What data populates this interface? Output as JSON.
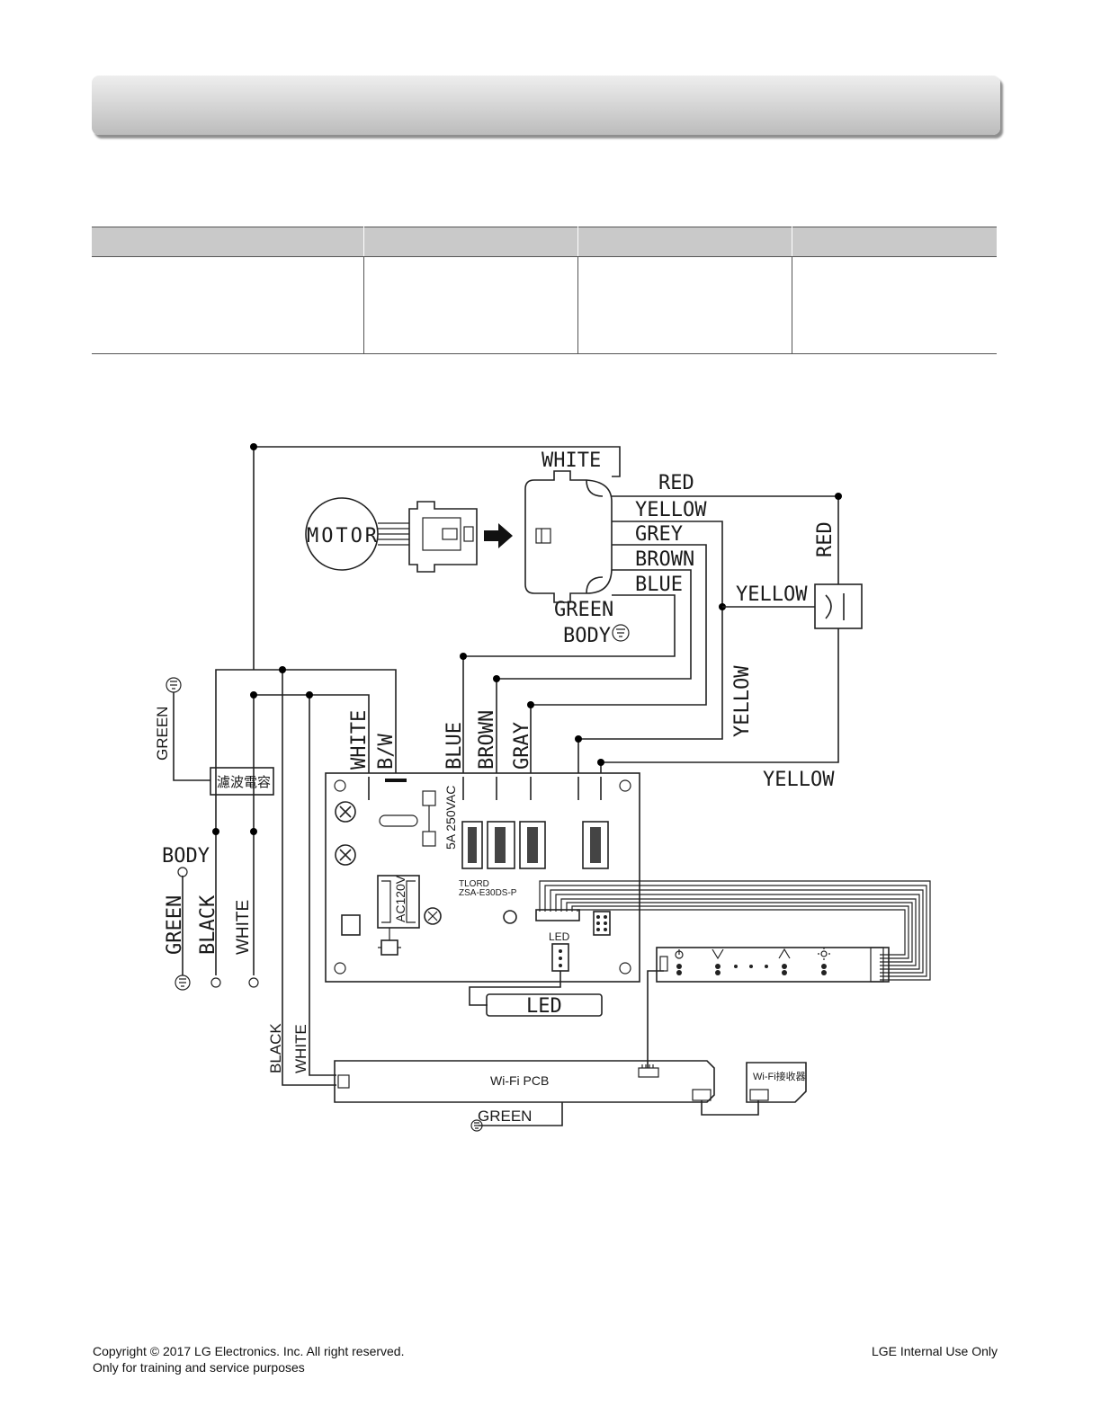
{
  "header": {
    "title": ""
  },
  "spec_table": {
    "columns": [
      "",
      "",
      "",
      ""
    ],
    "rows": [
      [
        "",
        "",
        "",
        ""
      ]
    ]
  },
  "diagram": {
    "motor_label": "MOTOR",
    "connector_wires": {
      "white": "WHITE",
      "red": "RED",
      "yellow": "YELLOW",
      "grey": "GREY",
      "brown": "BROWN",
      "blue": "BLUE",
      "green": "GREEN",
      "body": "BODY"
    },
    "capacitor_wires": {
      "red": "RED",
      "yellow": "YELLOW"
    },
    "yellow_vertical": "YELLOW",
    "yellow_lower": "YELLOW",
    "pcb_inputs": [
      "WHITE",
      "B/W",
      "BLUE",
      "BROWN",
      "GRAY"
    ],
    "filter_capacitor": "濾波電容",
    "ground_labels": {
      "green_left": "GREEN",
      "body": "BODY",
      "green_bottom": "GREEN",
      "black": "BLACK",
      "white": "WHITE"
    },
    "pcb_text": {
      "fuse": "5A 250VAC",
      "maker": "TLORD",
      "model": "ZSA-E30DS-P",
      "transformer": "AC120V",
      "led_header": "LED"
    },
    "led_box": "LED",
    "wifi_pcb": {
      "label": "Wi-Fi PCB",
      "black": "BLACK",
      "white": "WHITE",
      "green": "GREEN"
    },
    "wifi_receiver": "Wi-Fi接收器",
    "control_panel_icons": [
      "power-icon",
      "chevron-down-icon",
      "chevron-up-icon",
      "light-icon"
    ]
  },
  "footer": {
    "copyright": "Copyright © 2017 LG Electronics. Inc. All right reserved.",
    "training": "Only for training and service purposes",
    "internal": "LGE Internal Use Only"
  }
}
